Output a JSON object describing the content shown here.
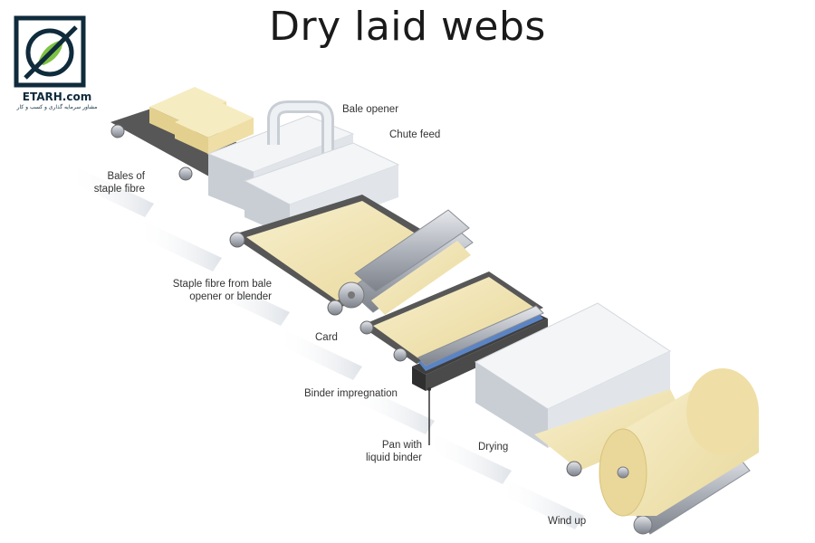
{
  "title": "Dry laid webs",
  "logo": {
    "name": "ETARH.com",
    "tagline": "مشاور سرمایه گذاری و کسب و کار"
  },
  "labels": {
    "bale_opener": "Bale opener",
    "chute_feed": "Chute feed",
    "bales": [
      "Bales of",
      "staple fibre"
    ],
    "staple_fibre": [
      "Staple fibre from bale",
      "opener or blender"
    ],
    "card": "Card",
    "binder_impregnation": "Binder impregnation",
    "pan": [
      "Pan with",
      "liquid binder"
    ],
    "drying": "Drying",
    "wind_up": "Wind up"
  },
  "colors": {
    "fibre": "#f3e6b3",
    "machine": "#e8ebef",
    "belt": "#5a5a5a",
    "roller": "#a9adb6"
  }
}
